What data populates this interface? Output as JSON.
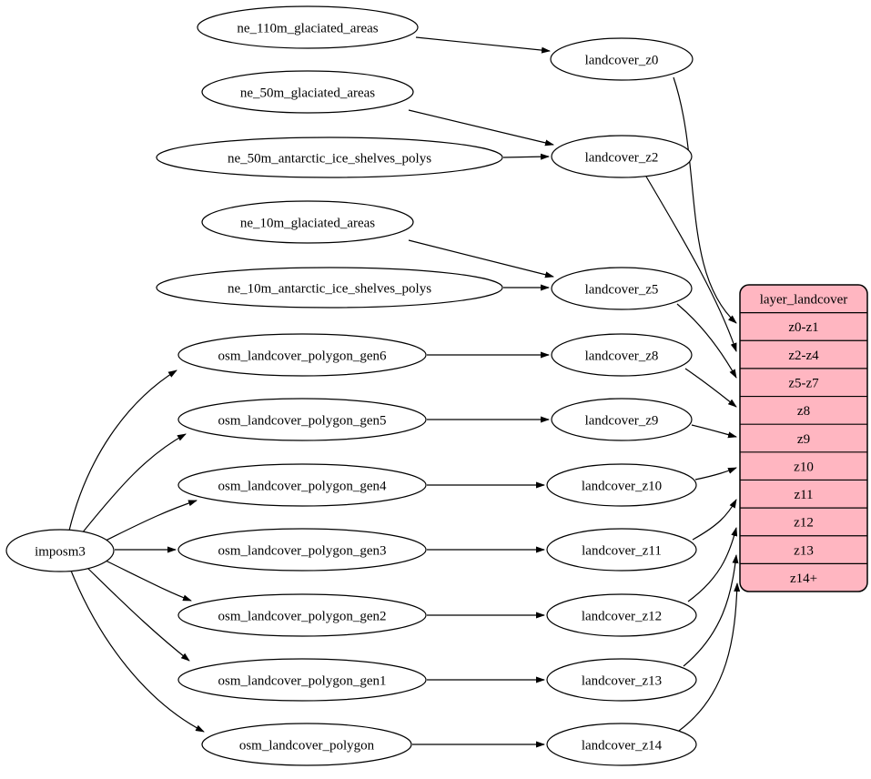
{
  "diagram": {
    "kind": "dependency-graph",
    "colors": {
      "background": "#ffffff",
      "node_fill": "#ffffff",
      "node_stroke": "#000000",
      "edge_color": "#000000",
      "table_fill": "#ffb6c1",
      "table_stroke": "#000000",
      "text": "#000000"
    },
    "nodes": [
      {
        "id": "imposm3",
        "label": "imposm3"
      },
      {
        "id": "ne_110m_glaciated_areas",
        "label": "ne_110m_glaciated_areas"
      },
      {
        "id": "ne_50m_glaciated_areas",
        "label": "ne_50m_glaciated_areas"
      },
      {
        "id": "ne_50m_antarctic_ice_shelves_polys",
        "label": "ne_50m_antarctic_ice_shelves_polys"
      },
      {
        "id": "ne_10m_glaciated_areas",
        "label": "ne_10m_glaciated_areas"
      },
      {
        "id": "ne_10m_antarctic_ice_shelves_polys",
        "label": "ne_10m_antarctic_ice_shelves_polys"
      },
      {
        "id": "osm_landcover_polygon_gen6",
        "label": "osm_landcover_polygon_gen6"
      },
      {
        "id": "osm_landcover_polygon_gen5",
        "label": "osm_landcover_polygon_gen5"
      },
      {
        "id": "osm_landcover_polygon_gen4",
        "label": "osm_landcover_polygon_gen4"
      },
      {
        "id": "osm_landcover_polygon_gen3",
        "label": "osm_landcover_polygon_gen3"
      },
      {
        "id": "osm_landcover_polygon_gen2",
        "label": "osm_landcover_polygon_gen2"
      },
      {
        "id": "osm_landcover_polygon_gen1",
        "label": "osm_landcover_polygon_gen1"
      },
      {
        "id": "osm_landcover_polygon",
        "label": "osm_landcover_polygon"
      },
      {
        "id": "landcover_z0",
        "label": "landcover_z0"
      },
      {
        "id": "landcover_z2",
        "label": "landcover_z2"
      },
      {
        "id": "landcover_z5",
        "label": "landcover_z5"
      },
      {
        "id": "landcover_z8",
        "label": "landcover_z8"
      },
      {
        "id": "landcover_z9",
        "label": "landcover_z9"
      },
      {
        "id": "landcover_z10",
        "label": "landcover_z10"
      },
      {
        "id": "landcover_z11",
        "label": "landcover_z11"
      },
      {
        "id": "landcover_z12",
        "label": "landcover_z12"
      },
      {
        "id": "landcover_z13",
        "label": "landcover_z13"
      },
      {
        "id": "landcover_z14",
        "label": "landcover_z14"
      }
    ],
    "table": {
      "id": "layer_landcover",
      "title": "layer_landcover",
      "rows": [
        "z0-z1",
        "z2-z4",
        "z5-z7",
        "z8",
        "z9",
        "z10",
        "z11",
        "z12",
        "z13",
        "z14+"
      ]
    },
    "edges": [
      {
        "from": "ne_110m_glaciated_areas",
        "to": "landcover_z0"
      },
      {
        "from": "ne_50m_glaciated_areas",
        "to": "landcover_z2"
      },
      {
        "from": "ne_50m_antarctic_ice_shelves_polys",
        "to": "landcover_z2"
      },
      {
        "from": "ne_10m_glaciated_areas",
        "to": "landcover_z5"
      },
      {
        "from": "ne_10m_antarctic_ice_shelves_polys",
        "to": "landcover_z5"
      },
      {
        "from": "osm_landcover_polygon_gen6",
        "to": "landcover_z8"
      },
      {
        "from": "osm_landcover_polygon_gen5",
        "to": "landcover_z9"
      },
      {
        "from": "osm_landcover_polygon_gen4",
        "to": "landcover_z10"
      },
      {
        "from": "osm_landcover_polygon_gen3",
        "to": "landcover_z11"
      },
      {
        "from": "osm_landcover_polygon_gen2",
        "to": "landcover_z12"
      },
      {
        "from": "osm_landcover_polygon_gen1",
        "to": "landcover_z13"
      },
      {
        "from": "osm_landcover_polygon",
        "to": "landcover_z14"
      },
      {
        "from": "imposm3",
        "to": "osm_landcover_polygon_gen6"
      },
      {
        "from": "imposm3",
        "to": "osm_landcover_polygon_gen5"
      },
      {
        "from": "imposm3",
        "to": "osm_landcover_polygon_gen4"
      },
      {
        "from": "imposm3",
        "to": "osm_landcover_polygon_gen3"
      },
      {
        "from": "imposm3",
        "to": "osm_landcover_polygon_gen2"
      },
      {
        "from": "imposm3",
        "to": "osm_landcover_polygon_gen1"
      },
      {
        "from": "imposm3",
        "to": "osm_landcover_polygon"
      },
      {
        "from": "landcover_z0",
        "to": "layer_landcover:z0-z1"
      },
      {
        "from": "landcover_z2",
        "to": "layer_landcover:z2-z4"
      },
      {
        "from": "landcover_z5",
        "to": "layer_landcover:z5-z7"
      },
      {
        "from": "landcover_z8",
        "to": "layer_landcover:z8"
      },
      {
        "from": "landcover_z9",
        "to": "layer_landcover:z9"
      },
      {
        "from": "landcover_z10",
        "to": "layer_landcover:z10"
      },
      {
        "from": "landcover_z11",
        "to": "layer_landcover:z11"
      },
      {
        "from": "landcover_z12",
        "to": "layer_landcover:z12"
      },
      {
        "from": "landcover_z13",
        "to": "layer_landcover:z13"
      },
      {
        "from": "landcover_z14",
        "to": "layer_landcover:z14+"
      }
    ]
  }
}
